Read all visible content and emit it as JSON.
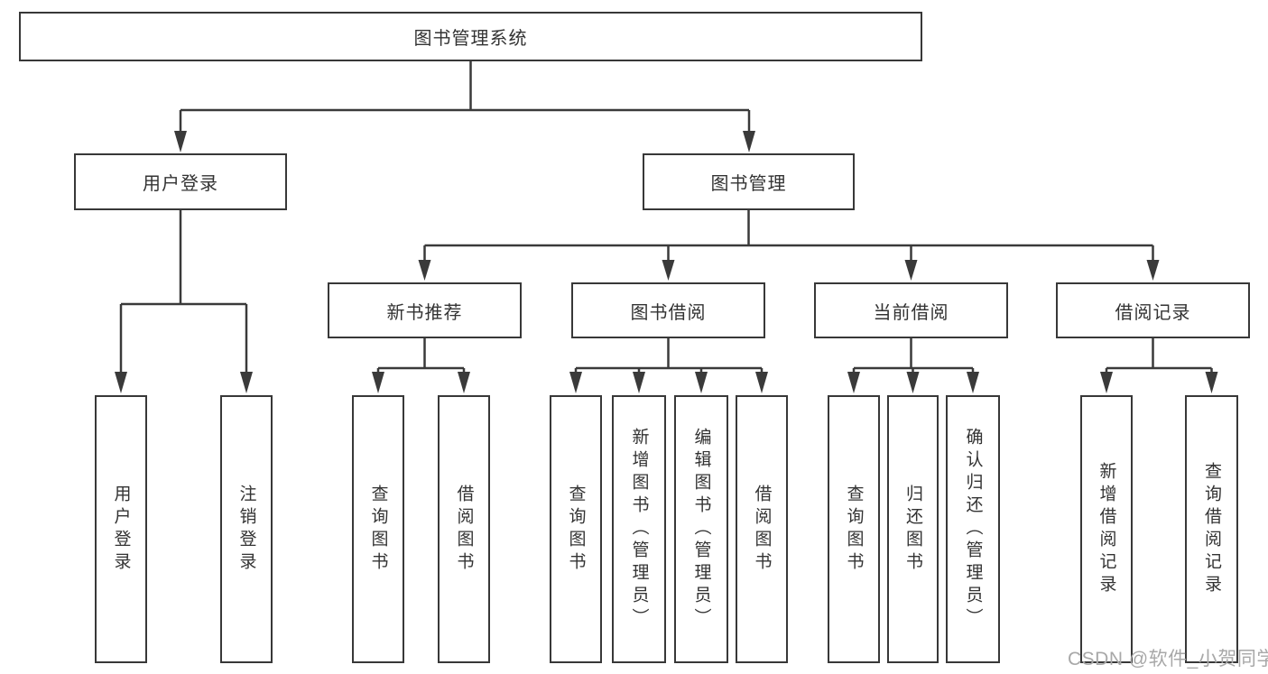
{
  "diagram": {
    "root": {
      "label": "图书管理系统"
    },
    "level2": {
      "user_login": {
        "label": "用户登录"
      },
      "book_management": {
        "label": "图书管理"
      }
    },
    "level3": {
      "new_book_recommend": {
        "label": "新书推荐"
      },
      "book_borrow": {
        "label": "图书借阅"
      },
      "current_borrow": {
        "label": "当前借阅"
      },
      "borrow_records": {
        "label": "借阅记录"
      }
    },
    "leaves": {
      "user_login": [
        {
          "label": "用户登录"
        },
        {
          "label": "注销登录"
        }
      ],
      "new_book_recommend": [
        {
          "label": "查询图书"
        },
        {
          "label": "借阅图书"
        }
      ],
      "book_borrow": [
        {
          "label": "查询图书"
        },
        {
          "label": "新增图书（管理员）"
        },
        {
          "label": "编辑图书（管理员）"
        },
        {
          "label": "借阅图书"
        }
      ],
      "current_borrow": [
        {
          "label": "查询图书"
        },
        {
          "label": "归还图书"
        },
        {
          "label": "确认归还（管理员）"
        }
      ],
      "borrow_records": [
        {
          "label": "新增借阅记录"
        },
        {
          "label": "查询借阅记录"
        }
      ]
    }
  },
  "watermark": {
    "text": "CSDN @软件_小贺同学"
  },
  "colors": {
    "line": "#3a3a3a",
    "box_border": "#383838",
    "box_fill": "#ffffff",
    "text": "#333333",
    "watermark": "#a8a8a8"
  }
}
